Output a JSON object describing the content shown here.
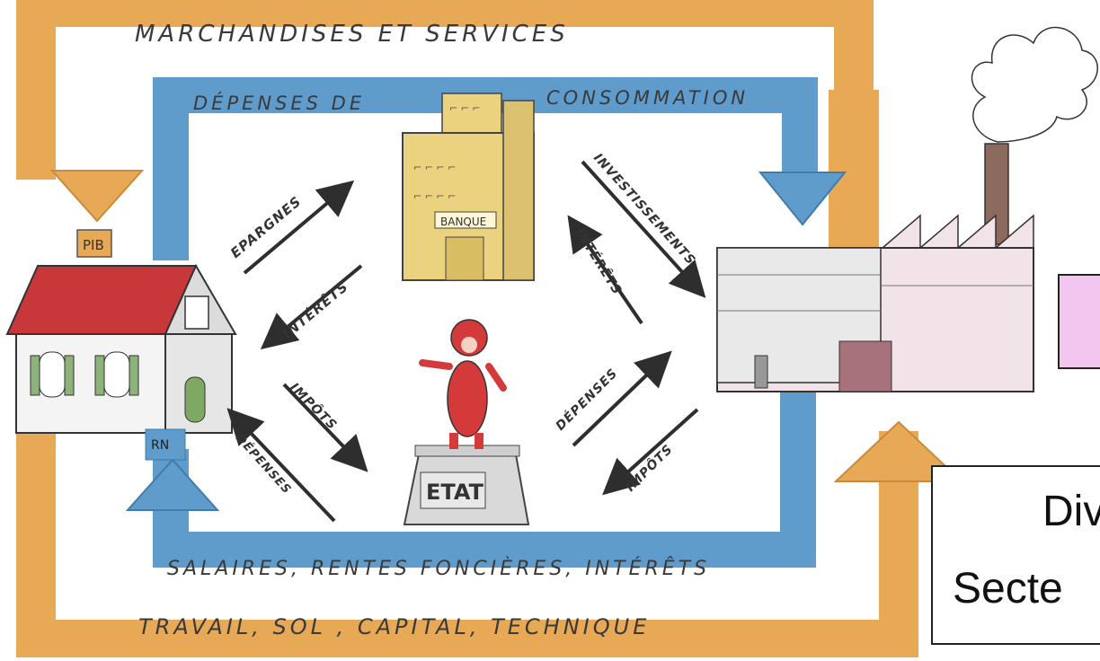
{
  "circuit": {
    "outer_top": "MARCHANDISES ET SERVICES",
    "inner_top_left": "DÉPENSES DE",
    "inner_top_right": "CONSOMMATION",
    "inner_bottom": "SALAIRES, RENTES FONCIÈRES, INTÉRÊTS",
    "outer_bottom": "TRAVAIL, SOL , CAPITAL, TECHNIQUE"
  },
  "house": {
    "pib_tag": "PIB",
    "rn_tag": "RN"
  },
  "bank": {
    "sign": "BANQUE"
  },
  "state": {
    "pedestal": "ETAT"
  },
  "flows": {
    "epargnes": "EPARGNES",
    "interets_left": "INTÉRÊTS",
    "investissements": "INVESTISSEMENTS",
    "interets_right": "INTÉRÊTS",
    "impots_left": "IMPÔTS",
    "depenses_left": "DÉPENSES",
    "depenses_right": "DÉPENSES",
    "impots_right": "IMPÔTS"
  },
  "caption": {
    "line1": "Div",
    "line2": "Secte"
  },
  "colors": {
    "outer_flow": "#e8a957",
    "inner_flow": "#5f9ccc",
    "roof": "#c8383b",
    "bank": "#ead27f",
    "pink_box": "#f3c6ef"
  }
}
